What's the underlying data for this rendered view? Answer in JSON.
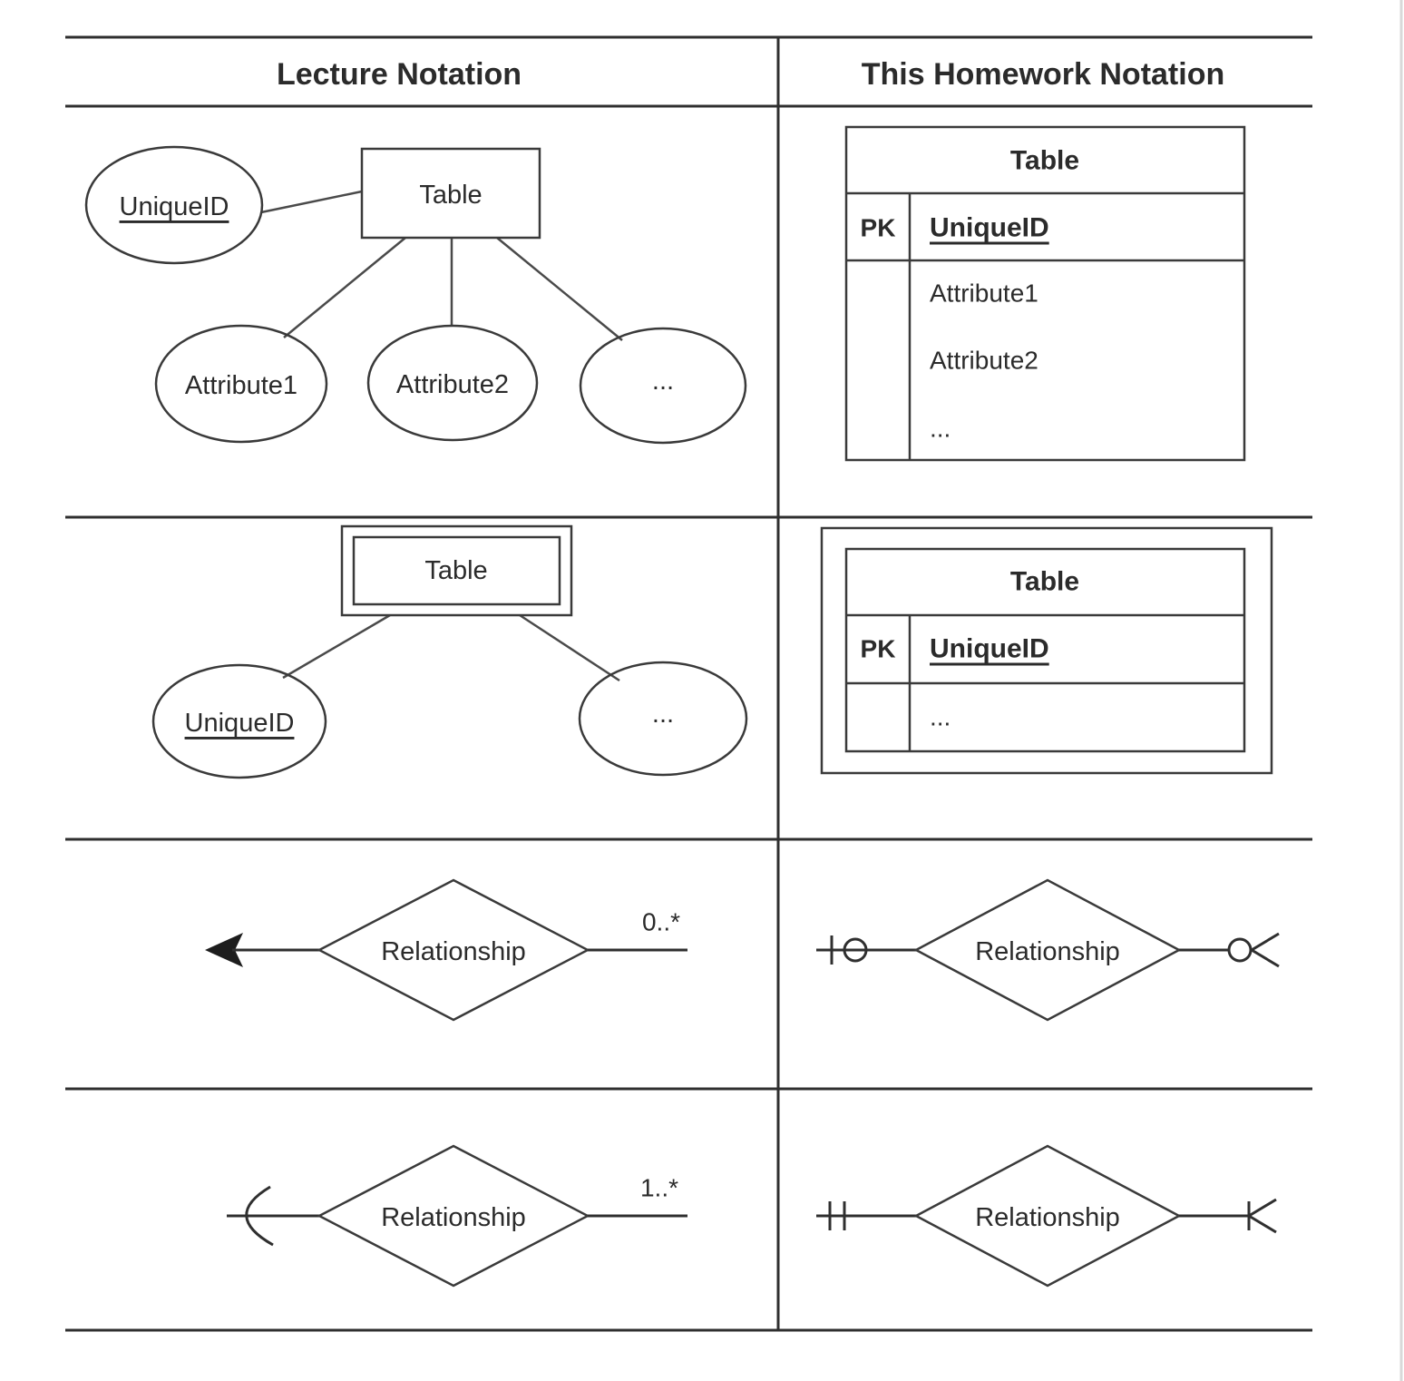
{
  "header": {
    "left": "Lecture Notation",
    "right": "This Homework Notation"
  },
  "row1": {
    "lecture": {
      "table": "Table",
      "unique_id": "UniqueID",
      "attribute1": "Attribute1",
      "attribute2": "Attribute2",
      "ellipsis": "..."
    },
    "homework": {
      "title": "Table",
      "pk": "PK",
      "unique_id": "UniqueID",
      "attribute1": "Attribute1",
      "attribute2": "Attribute2",
      "ellipsis": "..."
    }
  },
  "row2": {
    "lecture": {
      "table": "Table",
      "unique_id": "UniqueID",
      "ellipsis": "..."
    },
    "homework": {
      "title": "Table",
      "pk": "PK",
      "unique_id": "UniqueID",
      "ellipsis": "..."
    }
  },
  "row3": {
    "lecture": {
      "label": "Relationship",
      "cardinality": "0..*",
      "left_symbol": "filled-arrow"
    },
    "homework": {
      "label": "Relationship",
      "left_symbol": "zero-or-one-bar-circle",
      "right_symbol": "zero-or-many-circle-crowsfoot"
    }
  },
  "row4": {
    "lecture": {
      "label": "Relationship",
      "cardinality": "1..*",
      "left_symbol": "curved-arrow"
    },
    "homework": {
      "label": "Relationship",
      "left_symbol": "exactly-one-double-bar",
      "right_symbol": "one-or-many-bar-crowsfoot"
    }
  }
}
